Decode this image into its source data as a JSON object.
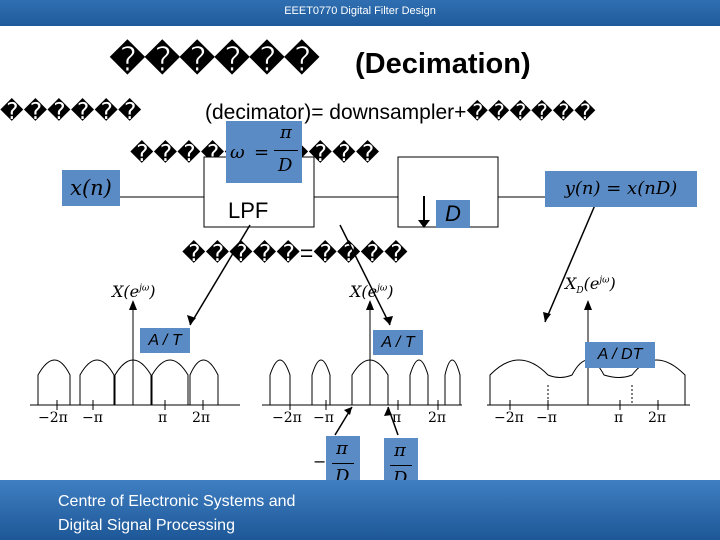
{
  "header": {
    "text": "EEET0770 Digital Filter Design"
  },
  "title": {
    "garbled": "������",
    "english": "(Decimation)"
  },
  "subtitle1": {
    "garbled_left": "������",
    "english": "(decimator)= downsampler+������"
  },
  "subtitle2": {
    "text": "�����=�����"
  },
  "subtitle3": {
    "text": "�����=����"
  },
  "block_diagram": {
    "input": "x(n)",
    "output": "y(n) = x(nD)",
    "lpf_label": "LPF",
    "downsampler_label": "D",
    "cutoff_pi": "π",
    "cutoff_lhs": "ω",
    "cutoff_rhs": "D",
    "cutoff_eq": "="
  },
  "plots": [
    {
      "ylabel": "X(e^{jω})",
      "ylabel_main": "X(e",
      "ylabel_sup": "jω",
      "ylabel_close": ")",
      "amplitude": "A / T",
      "ticks": [
        "−2π",
        "−π",
        "π",
        "2π"
      ]
    },
    {
      "ylabel_main": "X(e",
      "ylabel_sup": "jω",
      "ylabel_close": ")",
      "amplitude": "A / T",
      "ticks": [
        "−2π",
        "−π",
        "π",
        "2π"
      ]
    },
    {
      "ylabel_main": "X",
      "ylabel_sub": "D",
      "ylabel_rest": "(e",
      "ylabel_sup": "jω",
      "ylabel_close": ")",
      "amplitude": "A / DT",
      "ticks": [
        "−2π",
        "−π",
        "π",
        "2π"
      ]
    }
  ],
  "fractions": {
    "left": {
      "num": "π",
      "den": "D",
      "sign": "−"
    },
    "right": {
      "num": "π",
      "den": "D"
    }
  },
  "footer": {
    "line1": "Centre of Electronic Systems and",
    "line2": "Digital Signal Processing"
  },
  "colors": {
    "blue_box": "#5b8bc5",
    "header": "#2f6fb1",
    "footer": "#1d5797"
  }
}
